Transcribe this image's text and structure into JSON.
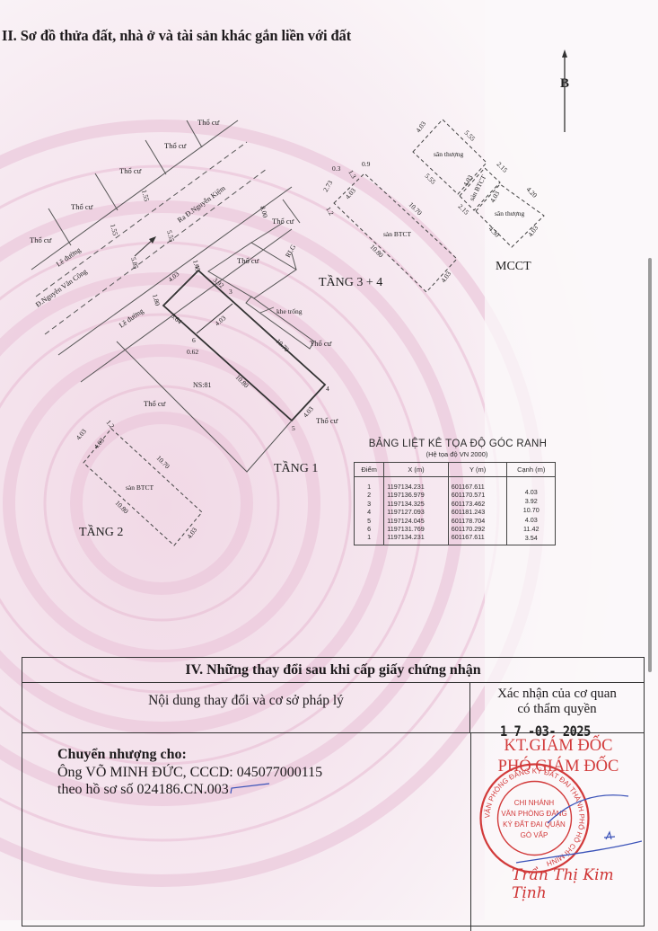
{
  "document": {
    "section_title": "II. Sơ đồ thửa đất, nhà ở và tài sản khác gắn liền với đất",
    "north_arrow_label": "B"
  },
  "diagram": {
    "labels": {
      "tho_cu": "Thổ cư",
      "le_duong": "Lề đường",
      "street_nguyen_van_cong": "Đ.Nguyễn Văn Công",
      "street_ra_nguyen_kiem": "Ra Đ.Nguyễn Kiệm",
      "khe_trong": "khe trống",
      "rlg": "RLG",
      "ns": "NS:81",
      "san_btct": "sàn BTCT",
      "san_thuong": "sân thượng",
      "tang1": "TẦNG 1",
      "tang2": "TẦNG 2",
      "tang34": "TẦNG 3 + 4",
      "mcct": "MCCT"
    },
    "dimensions": {
      "road_1_55a": "1.55",
      "road_1_55b": "1.55",
      "road_5_55": "5.55",
      "road_5_85": "5.85",
      "road_8_00": "8.00",
      "le_1_80": "1.80",
      "le_1_45": "1.45",
      "t1_4_03_top": "4.03",
      "t1_3_92": "3.92",
      "t1_3_64": "3.64",
      "t1_4_03_mid": "4.03",
      "t1_0_62": "0.62",
      "t1_10_70": "10.70",
      "t1_10_80": "10.80",
      "t1_4_03_bottom": "4.03",
      "t2_4_03_a": "4.03",
      "t2_4_03_b": "4.03",
      "t2_1_2": "1.2",
      "t2_10_70": "10.70",
      "t2_10_80": "10.80",
      "t2_4_03_c": "4.03",
      "t34_0_3": "0.3",
      "t34_1_3": "1.3",
      "t34_0_9": "0.9",
      "t34_2_73": "2.73",
      "t34_1_2": "1.2",
      "t34_4_03_a": "4.03",
      "t34_10_70": "10.70",
      "t34_10_80": "10.80",
      "t34_4_03_b": "4.03",
      "mc_4_03_a": "4.03",
      "mc_5_55_a": "5.55",
      "mc_5_55_b": "5.55",
      "mc_4_03_b": "4.03",
      "mc_2_15_a": "2.15",
      "mc_2_15_b": "2.15",
      "mc_4_03_c": "4.03",
      "mc_4_20": "4.20",
      "mc_4_30": "4.30",
      "mc_4_03_d": "4.03"
    },
    "points": [
      "1",
      "2",
      "3",
      "4",
      "5",
      "6"
    ]
  },
  "coord_table": {
    "title": "BẢNG LIỆT KÊ TỌA ĐỘ GÓC RANH",
    "subtitle": "(Hệ tọa độ VN 2000)",
    "headers": [
      "Điểm",
      "X (m)",
      "Y (m)",
      "Cạnh (m)"
    ],
    "rows": [
      {
        "point": "1",
        "x": "1197134.231",
        "y": "601167.611"
      },
      {
        "point": "2",
        "x": "1197136.979",
        "y": "601170.571"
      },
      {
        "point": "3",
        "x": "1197134.325",
        "y": "601173.462"
      },
      {
        "point": "4",
        "x": "1197127.093",
        "y": "601181.243"
      },
      {
        "point": "5",
        "x": "1197124.045",
        "y": "601178.704"
      },
      {
        "point": "6",
        "x": "1197131.769",
        "y": "601170.292"
      },
      {
        "point": "1",
        "x": "1197134.231",
        "y": "601167.611"
      }
    ],
    "edges": [
      "4.03",
      "3.92",
      "10.70",
      "4.03",
      "11.42",
      "3.54"
    ]
  },
  "changes": {
    "title": "IV. Những thay đổi sau khi cấp giấy chứng nhận",
    "col_content": "Nội dung thay đổi và cơ sở pháp lý",
    "col_confirm_line1": "Xác nhận của cơ quan",
    "col_confirm_line2": "có thẩm quyền",
    "transfer_label": "Chuyển nhượng cho:",
    "transfer_line1": "Ông VÕ MINH ĐỨC, CCCD: 045077000115",
    "transfer_line2": "theo hồ sơ số 024186.CN.003",
    "date": "1 7 -03- 2025",
    "kt_title": "KT.GIÁM ĐỐC",
    "deputy_title": "PHÓ GIÁM ĐỐC",
    "seal_outer": "VĂN PHÒNG ĐĂNG KÝ ĐẤT ĐAI THÀNH PHỐ HỒ CHÍ MINH",
    "seal_inner_1": "CHI NHÁNH",
    "seal_inner_2": "VĂN PHÒNG ĐĂNG",
    "seal_inner_3": "KÝ ĐẤT ĐAI QUẬN",
    "seal_inner_4": "GÒ VẤP",
    "signer": "Trần Thị Kim Tịnh"
  },
  "colors": {
    "stamp_red": "#d23a3a",
    "ink_blue": "#3a52b8",
    "background_pink": "#f3e3ec"
  }
}
